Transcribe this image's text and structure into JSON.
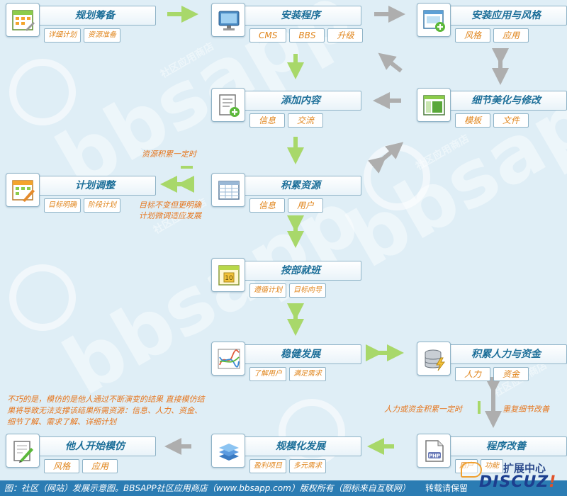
{
  "nodes": {
    "plan": {
      "title": "规划筹备",
      "tags": [
        "详细计划",
        "资源准备"
      ]
    },
    "install": {
      "title": "安装程序",
      "tags": [
        "CMS",
        "BBS",
        "升级"
      ]
    },
    "apps": {
      "title": "安装应用与风格",
      "tags": [
        "风格",
        "应用"
      ]
    },
    "content": {
      "title": "添加内容",
      "tags": [
        "信息",
        "交流"
      ]
    },
    "polish": {
      "title": "细节美化与修改",
      "tags": [
        "模板",
        "文件"
      ]
    },
    "adjust": {
      "title": "计划调整",
      "tags": [
        "目标明确",
        "阶段计划"
      ]
    },
    "accum": {
      "title": "积累资源",
      "tags": [
        "信息",
        "用户"
      ]
    },
    "step": {
      "title": "按部就班",
      "tags": [
        "遵循计划",
        "目标向导"
      ]
    },
    "steady": {
      "title": "稳健发展",
      "tags": [
        "了解用户",
        "满足需求"
      ]
    },
    "staff": {
      "title": "积累人力与资金",
      "tags": [
        "人力",
        "资金"
      ]
    },
    "imitate": {
      "title": "他人开始模仿",
      "tags": [
        "风格",
        "应用"
      ]
    },
    "scale": {
      "title": "规模化发展",
      "tags": [
        "盈利项目",
        "多元需求"
      ]
    },
    "improve": {
      "title": "程序改善",
      "tags": [
        "用户",
        "功能"
      ]
    }
  },
  "notes": {
    "resource_accum": "资源积累一定时",
    "goal_line1": "目标不变但更明确",
    "goal_line2": "计划微调适应发展",
    "imitate_text": "不巧的是，模仿的是他人通过不断演变的结果 直接模仿结果将导致无法支撑该结果所需资源：信息、人力、资金、细节了解、需求了解、详细计划",
    "staff_funds": "人力或资金积累一定时",
    "repeat_detail": "重复细节改善"
  },
  "watermark": "bbsapp",
  "watermark_small": "社区应用商店",
  "footer": {
    "left": "图：社区（网站）发展示意图。BBSAPP社区应用商店（www.bbsapp.com）版权所有（图标来自互联网）",
    "right": "转载请保留"
  },
  "brand": {
    "line1": "扩展中心",
    "line2a": "DISCUZ",
    "line2b": "!"
  },
  "colors": {
    "green_arrow": "#a8d86a",
    "gray_arrow": "#aeaeae",
    "title": "#1d6f99",
    "tag": "#e0851c",
    "footer": "#2b7cb3"
  }
}
